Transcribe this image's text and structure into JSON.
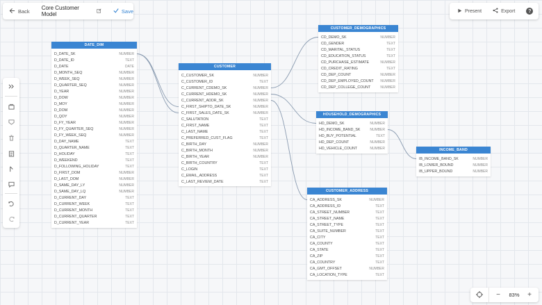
{
  "header": {
    "back_label": "Back",
    "model_title": "Core Customer Model",
    "save_label": "Save",
    "present_label": "Present",
    "export_label": "Export",
    "help_label": "?"
  },
  "zoom": {
    "level_label": "83%",
    "minus": "−",
    "plus": "+"
  },
  "toolbar": {
    "tools": [
      "expand-icon",
      "layers-icon",
      "tag-icon",
      "trash-icon",
      "note-icon",
      "pointer-icon",
      "comment-icon",
      "undo-icon",
      "redo-icon"
    ]
  },
  "tables": [
    {
      "name": "DATE_DIM",
      "columns": [
        {
          "name": "D_DATE_SK",
          "type": "NUMBER"
        },
        {
          "name": "D_DATE_ID",
          "type": "TEXT"
        },
        {
          "name": "D_DATE",
          "type": "DATE"
        },
        {
          "name": "D_MONTH_SEQ",
          "type": "NUMBER"
        },
        {
          "name": "D_WEEK_SEQ",
          "type": "NUMBER"
        },
        {
          "name": "D_QUARTER_SEQ",
          "type": "NUMBER"
        },
        {
          "name": "D_YEAR",
          "type": "NUMBER"
        },
        {
          "name": "D_DOW",
          "type": "NUMBER"
        },
        {
          "name": "D_MOY",
          "type": "NUMBER"
        },
        {
          "name": "D_DOM",
          "type": "NUMBER"
        },
        {
          "name": "D_QOY",
          "type": "NUMBER"
        },
        {
          "name": "D_FY_YEAR",
          "type": "NUMBER"
        },
        {
          "name": "D_FY_QUARTER_SEQ",
          "type": "NUMBER"
        },
        {
          "name": "D_FY_WEEK_SEQ",
          "type": "NUMBER"
        },
        {
          "name": "D_DAY_NAME",
          "type": "TEXT"
        },
        {
          "name": "D_QUARTER_NAME",
          "type": "TEXT"
        },
        {
          "name": "D_HOLIDAY",
          "type": "TEXT"
        },
        {
          "name": "D_WEEKEND",
          "type": "TEXT"
        },
        {
          "name": "D_FOLLOWING_HOLIDAY",
          "type": "TEXT"
        },
        {
          "name": "D_FIRST_DOM",
          "type": "NUMBER"
        },
        {
          "name": "D_LAST_DOM",
          "type": "NUMBER"
        },
        {
          "name": "D_SAME_DAY_LY",
          "type": "NUMBER"
        },
        {
          "name": "D_SAME_DAY_LQ",
          "type": "NUMBER"
        },
        {
          "name": "D_CURRENT_DAY",
          "type": "TEXT"
        },
        {
          "name": "D_CURRENT_WEEK",
          "type": "TEXT"
        },
        {
          "name": "D_CURRENT_MONTH",
          "type": "TEXT"
        },
        {
          "name": "D_CURRENT_QUARTER",
          "type": "TEXT"
        },
        {
          "name": "D_CURRENT_YEAR",
          "type": "TEXT"
        }
      ]
    },
    {
      "name": "CUSTOMER",
      "columns": [
        {
          "name": "C_CUSTOMER_SK",
          "type": "NUMBER"
        },
        {
          "name": "C_CUSTOMER_ID",
          "type": "TEXT"
        },
        {
          "name": "C_CURRENT_CDEMO_SK",
          "type": "NUMBER"
        },
        {
          "name": "C_CURRENT_HDEMO_SK",
          "type": "NUMBER"
        },
        {
          "name": "C_CURRENT_ADDR_SK",
          "type": "NUMBER"
        },
        {
          "name": "C_FIRST_SHIPTO_DATE_SK",
          "type": "NUMBER"
        },
        {
          "name": "C_FIRST_SALES_DATE_SK",
          "type": "NUMBER"
        },
        {
          "name": "C_SALUTATION",
          "type": "TEXT"
        },
        {
          "name": "C_FIRST_NAME",
          "type": "TEXT"
        },
        {
          "name": "C_LAST_NAME",
          "type": "TEXT"
        },
        {
          "name": "C_PREFERRED_CUST_FLAG",
          "type": "TEXT"
        },
        {
          "name": "C_BIRTH_DAY",
          "type": "NUMBER"
        },
        {
          "name": "C_BIRTH_MONTH",
          "type": "NUMBER"
        },
        {
          "name": "C_BIRTH_YEAR",
          "type": "NUMBER"
        },
        {
          "name": "C_BIRTH_COUNTRY",
          "type": "TEXT"
        },
        {
          "name": "C_LOGIN",
          "type": "TEXT"
        },
        {
          "name": "C_EMAIL_ADDRESS",
          "type": "TEXT"
        },
        {
          "name": "C_LAST_REVIEW_DATE",
          "type": "TEXT"
        }
      ]
    },
    {
      "name": "CUSTOMER_DEMOGRAPHICS",
      "columns": [
        {
          "name": "CD_DEMO_SK",
          "type": "NUMBER"
        },
        {
          "name": "CD_GENDER",
          "type": "TEXT"
        },
        {
          "name": "CD_MARITAL_STATUS",
          "type": "TEXT"
        },
        {
          "name": "CD_EDUCATION_STATUS",
          "type": "TEXT"
        },
        {
          "name": "CD_PURCHASE_ESTIMATE",
          "type": "NUMBER"
        },
        {
          "name": "CD_CREDIT_RATING",
          "type": "TEXT"
        },
        {
          "name": "CD_DEP_COUNT",
          "type": "NUMBER"
        },
        {
          "name": "CD_DEP_EMPLOYED_COUNT",
          "type": "NUMBER"
        },
        {
          "name": "CD_DEP_COLLEGE_COUNT",
          "type": "NUMBER"
        }
      ]
    },
    {
      "name": "HOUSEHOLD_DEMOGRAPHICS",
      "columns": [
        {
          "name": "HD_DEMO_SK",
          "type": "NUMBER"
        },
        {
          "name": "HD_INCOME_BAND_SK",
          "type": "NUMBER"
        },
        {
          "name": "HD_BUY_POTENTIAL",
          "type": "TEXT"
        },
        {
          "name": "HD_DEP_COUNT",
          "type": "NUMBER"
        },
        {
          "name": "HD_VEHICLE_COUNT",
          "type": "NUMBER"
        }
      ]
    },
    {
      "name": "INCOME_BAND",
      "columns": [
        {
          "name": "IB_INCOME_BAND_SK",
          "type": "NUMBER"
        },
        {
          "name": "IB_LOWER_BOUND",
          "type": "NUMBER"
        },
        {
          "name": "IB_UPPER_BOUND",
          "type": "NUMBER"
        }
      ]
    },
    {
      "name": "CUSTOMER_ADDRESS",
      "columns": [
        {
          "name": "CA_ADDRESS_SK",
          "type": "NUMBER"
        },
        {
          "name": "CA_ADDRESS_ID",
          "type": "TEXT"
        },
        {
          "name": "CA_STREET_NUMBER",
          "type": "TEXT"
        },
        {
          "name": "CA_STREET_NAME",
          "type": "TEXT"
        },
        {
          "name": "CA_STREET_TYPE",
          "type": "TEXT"
        },
        {
          "name": "CA_SUITE_NUMBER",
          "type": "TEXT"
        },
        {
          "name": "CA_CITY",
          "type": "TEXT"
        },
        {
          "name": "CA_COUNTY",
          "type": "TEXT"
        },
        {
          "name": "CA_STATE",
          "type": "TEXT"
        },
        {
          "name": "CA_ZIP",
          "type": "TEXT"
        },
        {
          "name": "CA_COUNTRY",
          "type": "TEXT"
        },
        {
          "name": "CA_GMT_OFFSET",
          "type": "NUMBER"
        },
        {
          "name": "CA_LOCATION_TYPE",
          "type": "TEXT"
        }
      ]
    }
  ],
  "relationships": [
    {
      "from_table": "CUSTOMER",
      "from_column": "C_FIRST_SHIPTO_DATE_SK",
      "to_table": "DATE_DIM",
      "to_column": "D_DATE_SK"
    },
    {
      "from_table": "CUSTOMER",
      "from_column": "C_FIRST_SALES_DATE_SK",
      "to_table": "DATE_DIM",
      "to_column": "D_DATE_SK"
    },
    {
      "from_table": "CUSTOMER",
      "from_column": "C_CURRENT_CDEMO_SK",
      "to_table": "CUSTOMER_DEMOGRAPHICS",
      "to_column": "CD_DEMO_SK"
    },
    {
      "from_table": "CUSTOMER",
      "from_column": "C_CURRENT_HDEMO_SK",
      "to_table": "HOUSEHOLD_DEMOGRAPHICS",
      "to_column": "HD_DEMO_SK"
    },
    {
      "from_table": "CUSTOMER",
      "from_column": "C_CURRENT_ADDR_SK",
      "to_table": "CUSTOMER_ADDRESS",
      "to_column": "CA_ADDRESS_SK"
    },
    {
      "from_table": "HOUSEHOLD_DEMOGRAPHICS",
      "from_column": "HD_INCOME_BAND_SK",
      "to_table": "INCOME_BAND",
      "to_column": "IB_INCOME_BAND_SK"
    }
  ],
  "colors": {
    "accent": "#3a85d2",
    "link_line": "#8a9bb0"
  }
}
